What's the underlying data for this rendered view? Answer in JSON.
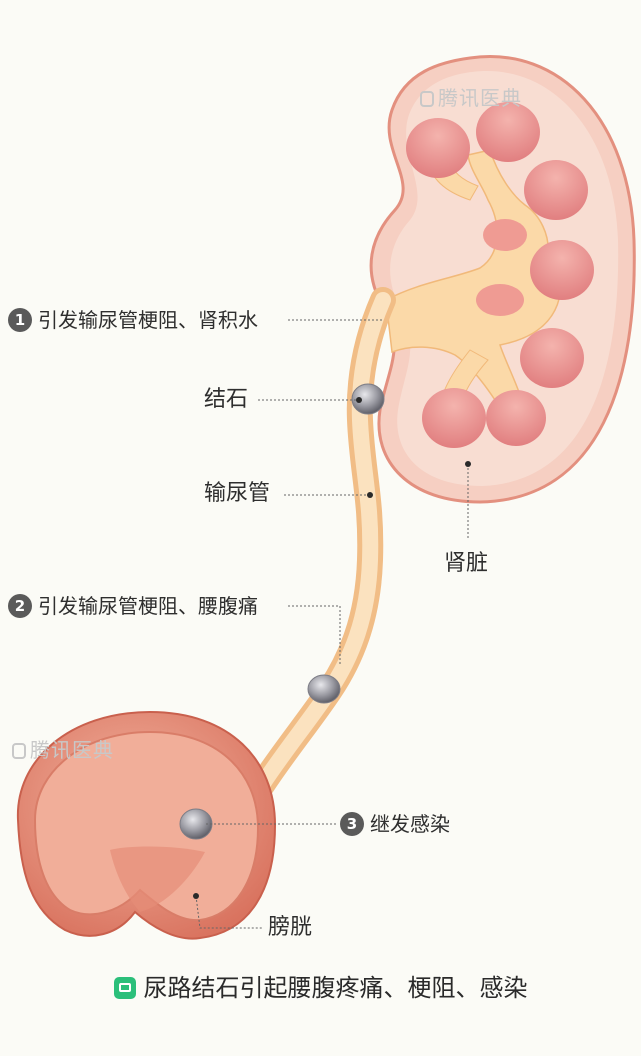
{
  "watermark": {
    "text": "腾讯医典"
  },
  "labels": {
    "point1": {
      "number": "1",
      "text": "引发输尿管梗阻、肾积水"
    },
    "stone": "结石",
    "ureter": "输尿管",
    "kidney": "肾脏",
    "point2": {
      "number": "2",
      "text": "引发输尿管梗阻、腰腹痛"
    },
    "point3": {
      "number": "3",
      "text": "继发感染"
    },
    "bladder": "膀胱"
  },
  "caption": "尿路结石引起腰腹疼痛、梗阻、感染",
  "colors": {
    "kidney_cortex": "#f7d8cc",
    "kidney_capsule": "#e89a8a",
    "pyramid": "#ec8f8f",
    "renal_pelvis": "#fbd9a8",
    "ureter": "#f8d6a8",
    "bladder": "#e98f7c",
    "stone": "#9a9aa2",
    "accent_green": "#2bbf7a"
  }
}
